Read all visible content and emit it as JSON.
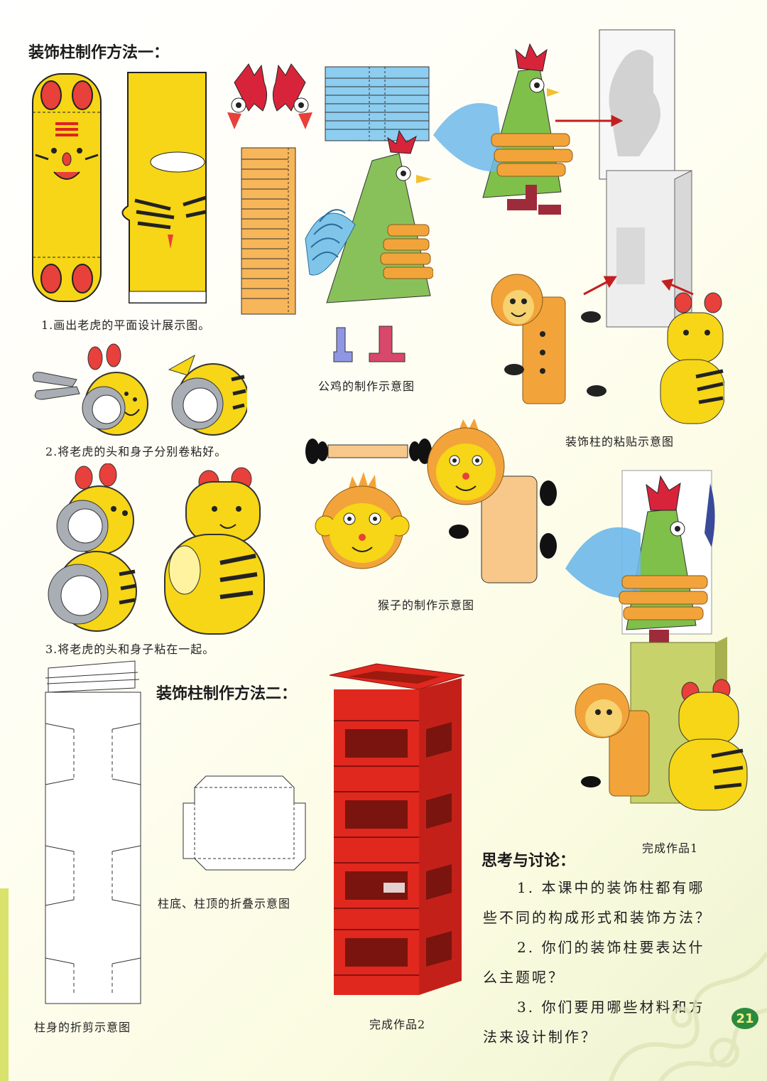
{
  "method1_heading": "装饰柱制作方法一：",
  "method2_heading": "装饰柱制作方法二：",
  "captions": {
    "step1": "1.画出老虎的平面设计展示图。",
    "step2": "2.将老虎的头和身子分别卷粘好。",
    "step3": "3.将老虎的头和身子粘在一起。",
    "rooster": "公鸡的制作示意图",
    "monkey": "猴子的制作示意图",
    "column_paste": "装饰柱的粘贴示意图",
    "finished1": "完成作品1",
    "base_fold": "柱底、柱顶的折叠示意图",
    "body_cut": "柱身的折剪示意图",
    "finished2": "完成作品2"
  },
  "discussion": {
    "title": "思考与讨论：",
    "q1_line1": "1. 本课中的装饰柱都有哪",
    "q1_line2": "些不同的构成形式和装饰方法？",
    "q2_line1": "2. 你们的装饰柱要表达什",
    "q2_line2": "么主题呢？",
    "q3_line1": "3. 你们要用哪些材料和方",
    "q3_line2": "法来设计制作？"
  },
  "page_number": "21",
  "colors": {
    "tiger_yellow": "#f6d616",
    "tiger_ear_red": "#e8403a",
    "rooster_green": "#7fc04a",
    "comb_red": "#d8243a",
    "monkey_orange": "#f2a43a",
    "column_red": "#e0281e",
    "feather_blue": "#5ab3e6",
    "page_green": "#2c8a3c"
  }
}
